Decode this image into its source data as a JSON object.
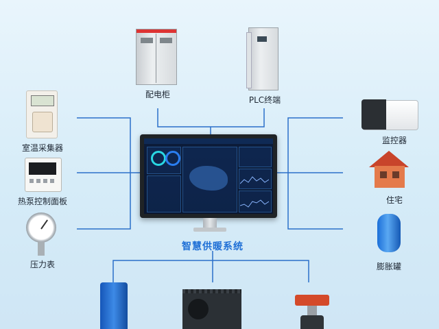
{
  "title": "智慧供暖系统",
  "devices": {
    "distribution_cabinet": "配电柜",
    "plc_terminal": "PLC终端",
    "room_temp_collector": "室温采集器",
    "heat_pump_panel": "热泵控制面板",
    "pressure_gauge": "压力表",
    "camera": "监控器",
    "residence": "住宅",
    "expansion_tank": "膨胀罐"
  },
  "colors": {
    "line": "#2a6fc9",
    "title": "#1e6fd6",
    "background": "#e3f1fa"
  }
}
